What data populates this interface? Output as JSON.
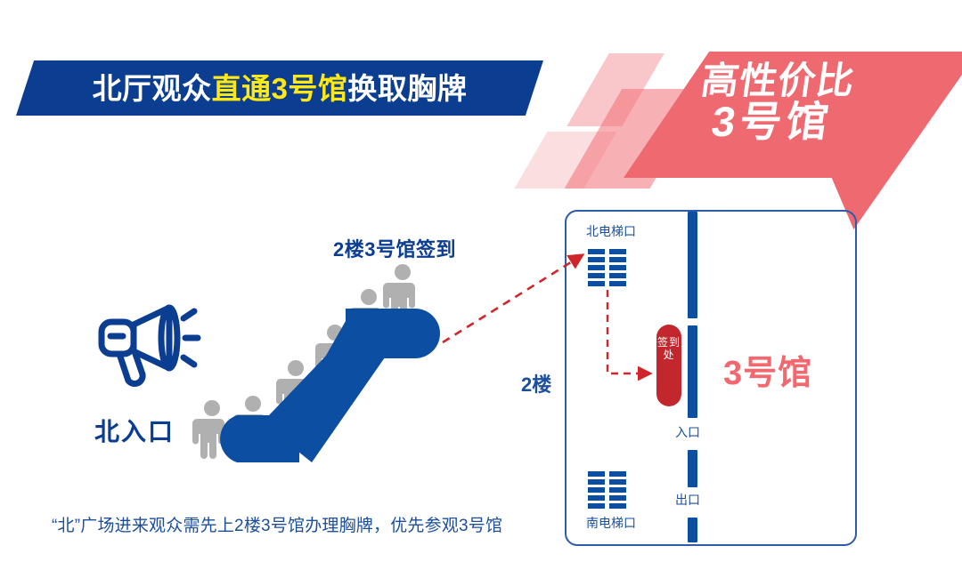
{
  "banner": {
    "headline_prefix": "北厅观众",
    "headline_highlight": "直通3号馆",
    "headline_suffix": "换取胸牌",
    "color_blue": "#0b3d91",
    "color_yellow": "#ffe814"
  },
  "badge": {
    "line1": "高性价比",
    "line2": "3号馆",
    "color_red": "#ef6a70"
  },
  "illustration": {
    "escalator_heading": "2楼3号馆签到",
    "north_entrance": "北入口",
    "megaphone_icon": "megaphone-icon",
    "people_count": 6
  },
  "floorplan": {
    "floor_label": "2楼",
    "north_elevator": "北电梯口",
    "south_elevator": "南电梯口",
    "signin_desk": "签到处",
    "entrance": "入口",
    "exit": "出口",
    "hall_name": "3号馆",
    "hall_name_color": "#f2686e",
    "border_color": "#2a5caa",
    "wall_color": "#0b4ea2",
    "desk_color": "#c1272d",
    "route_color": "#d0252b"
  },
  "caption": {
    "text": "“北”广场进来观众需先上2楼3号馆办理胸牌，优先参观3号馆"
  }
}
